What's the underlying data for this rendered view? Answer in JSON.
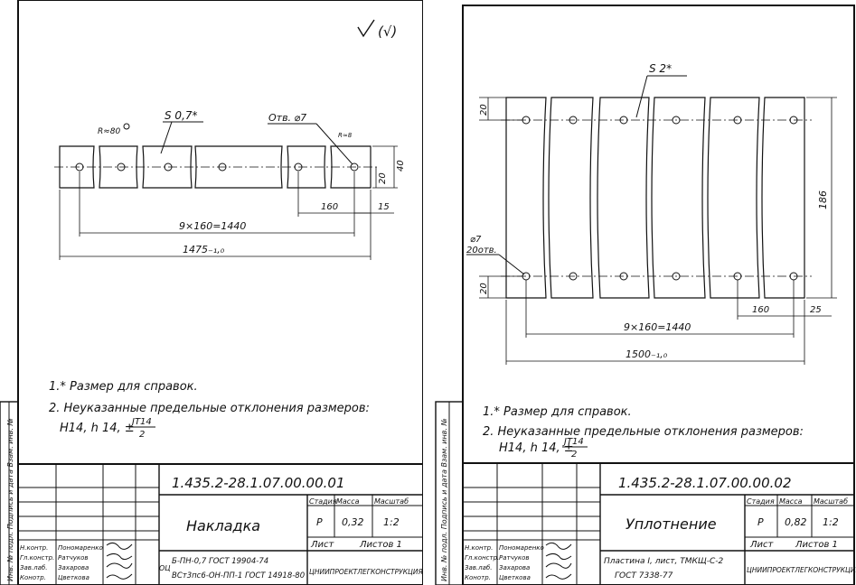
{
  "sheet_left": {
    "roughness": "(√)",
    "thickness": "S 0,7*",
    "radius": "R≈80",
    "radius_small": "R≈8",
    "hole": "Oтв. ⌀7",
    "dim_height": "40",
    "dim_edge": "20",
    "dim_pitch": "160",
    "dim_end": "15",
    "dim_chain": "9×160=1440",
    "dim_total": "1475₋₁,₀",
    "note1": "1.* Размер для справок.",
    "note2": "2. Неуказанные предельные отклонения размеров:",
    "note3": "H14,  h 14,  ±",
    "note3_frac": "JT14",
    "note3_den": "2",
    "side_stamp": "Инв. № подл.  Подпись и дата  Взам. инв. №",
    "title_block": {
      "code": "1.435.2-28.1.07.00.00.01",
      "name": "Накладка",
      "stage_h": "Стадия",
      "mass_h": "Масса",
      "scale_h": "Масштаб",
      "stage": "P",
      "mass": "0,32",
      "scale": "1:2",
      "sheet": "Лист",
      "sheets": "Листов 1",
      "material_1": "Б-ПН-0,7 ГОСТ 19904-74",
      "material_2": "ВСт3пс6-ОН-ПП-1 ГОСТ 14918-80",
      "org": "ЦНИИПРОЕКТЛЕГКОНСТРУКЦИЯ",
      "roles": [
        "Н.контр.",
        "Гл.констр.",
        "Зав.лаб.",
        "Конотр."
      ],
      "names": [
        "Пономаренко",
        "Ратчуков",
        "Захарова",
        "Цветкова"
      ],
      "ou": "ОЦ"
    }
  },
  "sheet_right": {
    "thickness": "S 2*",
    "hole_1": "⌀7",
    "hole_2": "20отв.",
    "dim_top": "20",
    "dim_bottom": "20",
    "dim_height": "186",
    "dim_pitch": "160",
    "dim_end": "25",
    "dim_chain": "9×160=1440",
    "dim_total": "1500₋₁,₀",
    "note1": "1.* Размер для справок.",
    "note2": "2. Неуказанные предельные отклонения размеров:",
    "note3": "H14,  h 14,  ±",
    "note3_frac": "JT14",
    "note3_den": "2",
    "side_stamp": "Инв. № подл.  Подпись и дата  Взам. инв. №",
    "title_block": {
      "code": "1.435.2-28.1.07.00.00.02",
      "name": "Уплотнение",
      "stage_h": "Стадия",
      "mass_h": "Масса",
      "scale_h": "Масштаб",
      "stage": "P",
      "mass": "0,82",
      "scale": "1:2",
      "sheet": "Лист",
      "sheets": "Листов 1",
      "material_1": "Пластина I, лист, ТМКЩ-С-2",
      "material_2": "ГОСТ 7338-77",
      "org": "ЦНИИПРОЕКТЛЕГКОНСТРУКЦИЯ",
      "roles": [
        "Н.контр.",
        "Гл.констр.",
        "Зав.лаб.",
        "Конотр."
      ],
      "names": [
        "Пономаренко",
        "Ратчуков",
        "Захарова",
        "Цветкова"
      ]
    }
  }
}
